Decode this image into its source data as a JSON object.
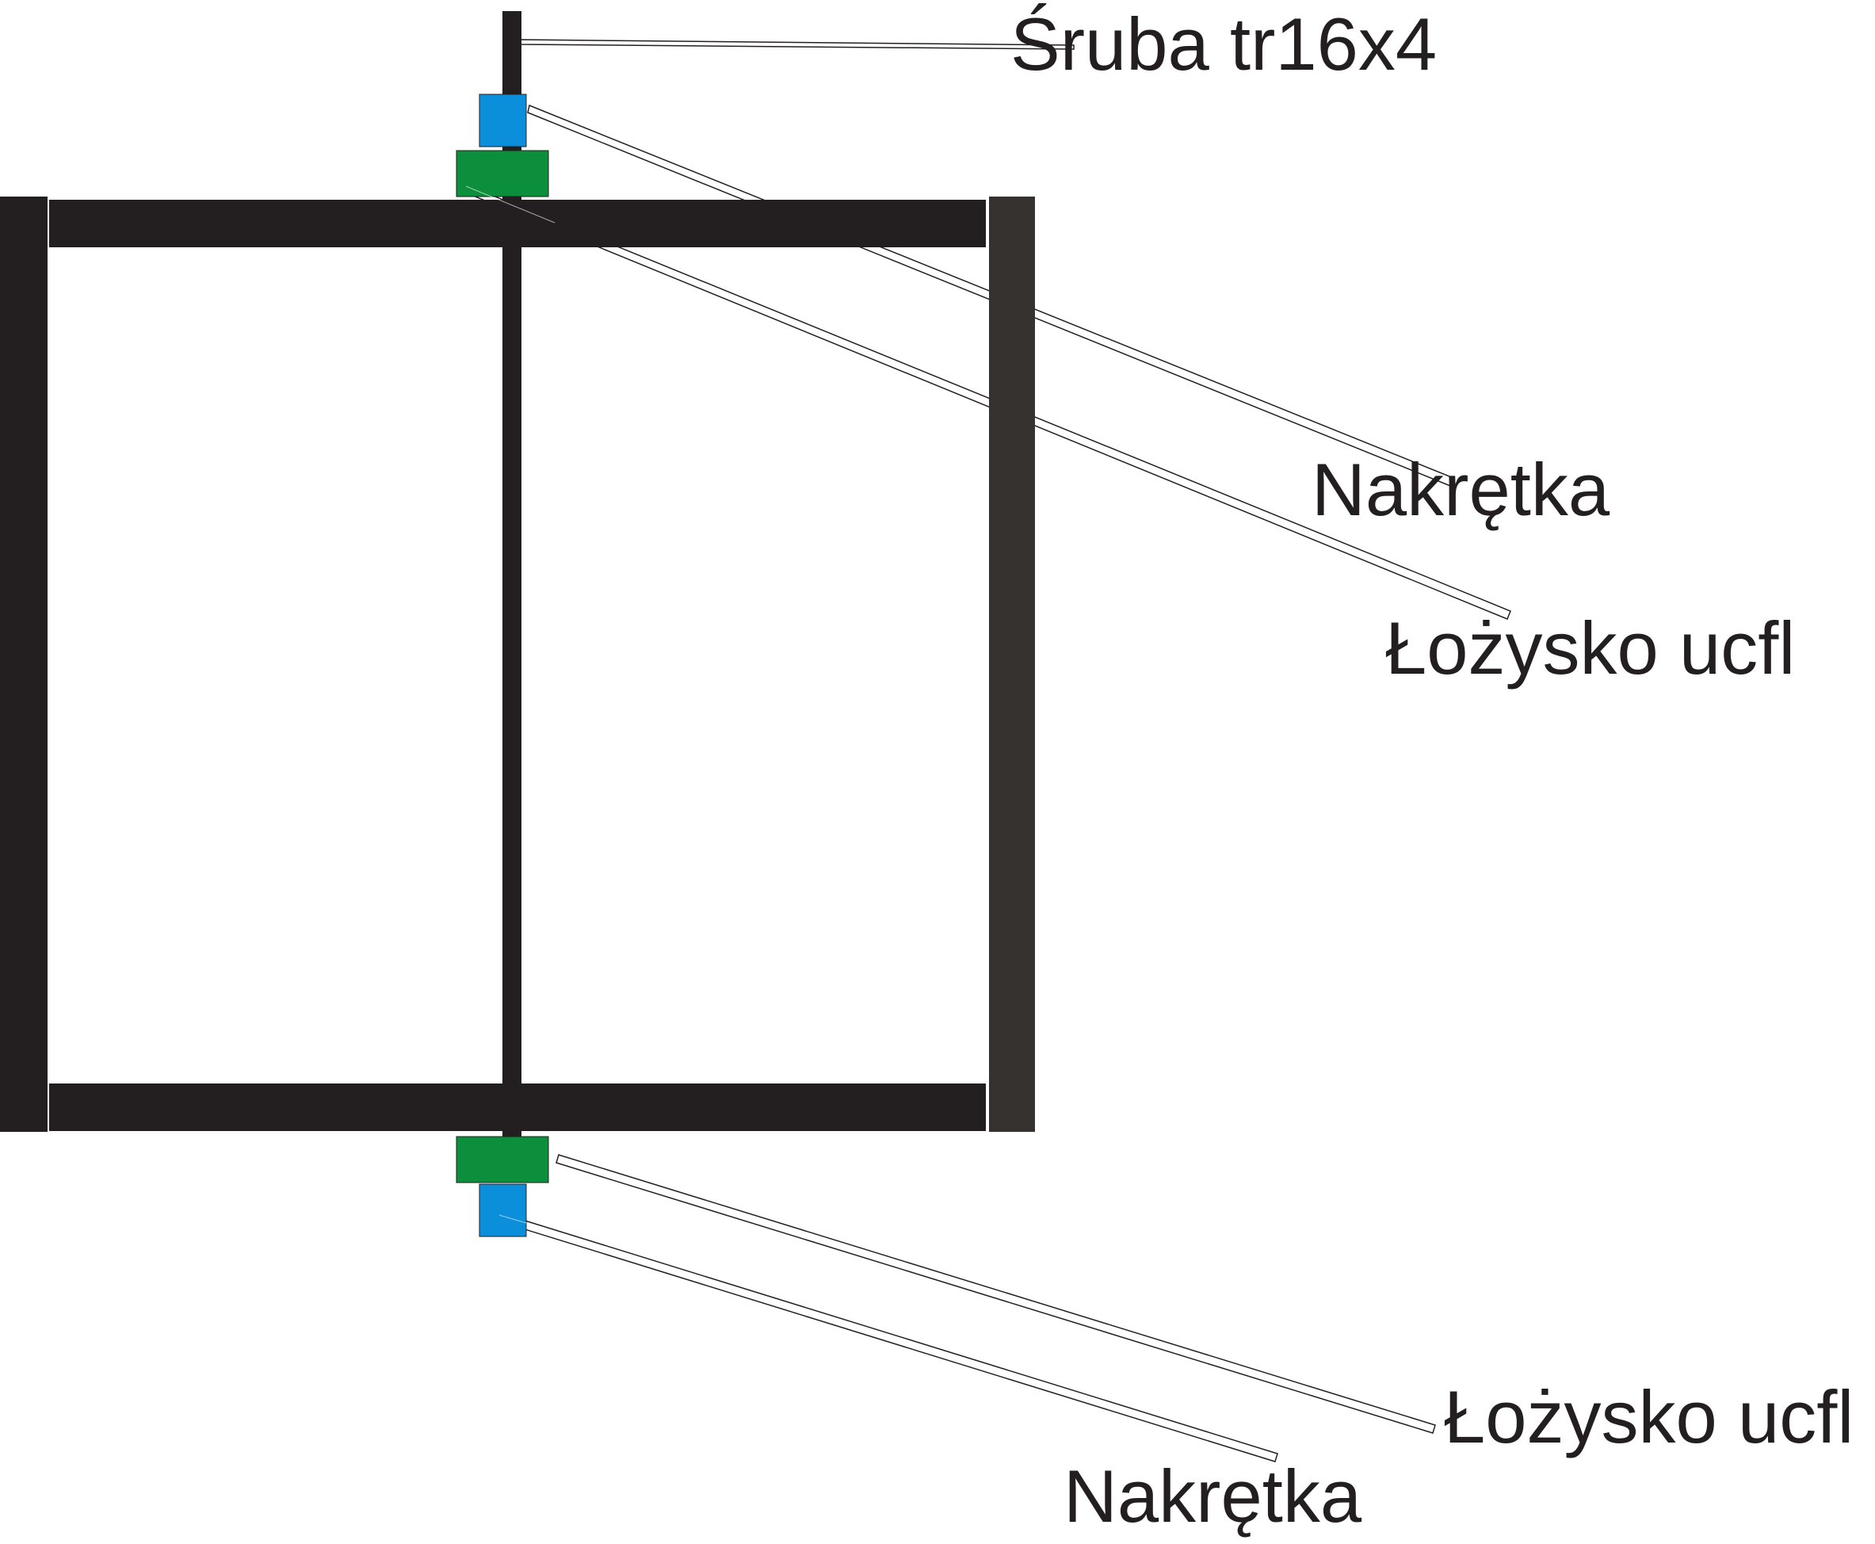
{
  "labels": {
    "screw": "Śruba tr16x4",
    "nut_top": "Nakrętka",
    "bearing_top": "Łożysko ucfl",
    "bearing_bottom": "Łożysko ucfl",
    "nut_bottom": "Nakrętka"
  },
  "colors": {
    "frame": "#231f20",
    "frame_right_post": "#36322f",
    "nut": "#0b8fdb",
    "bearing": "#0c8f3c",
    "leader_stroke": "#231f20",
    "text": "#231f20",
    "background": "#ffffff"
  }
}
